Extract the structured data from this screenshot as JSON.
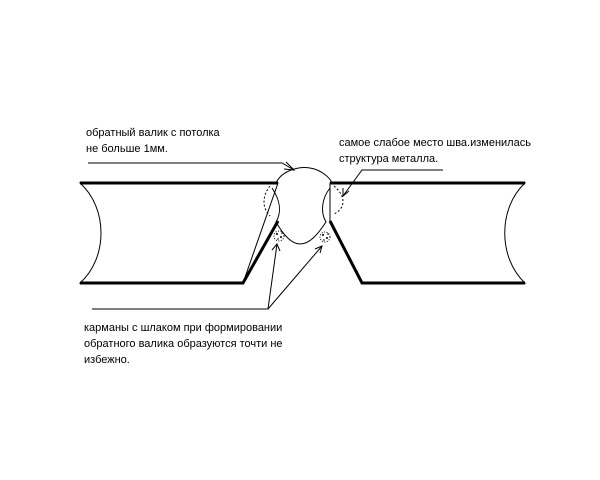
{
  "annotations": {
    "reverse_bead": {
      "lines": [
        "обратный валик с потолка",
        "не больше 1мм."
      ]
    },
    "weak_point": {
      "lines": [
        "самое слабое место шва.изменилась",
        "структура металла."
      ]
    },
    "slag_pockets": {
      "lines": [
        "карманы с шлаком при формировании",
        "обратного валика образуются точти не",
        "избежно."
      ]
    }
  },
  "colors": {
    "stroke": "#000000",
    "background": "#ffffff"
  }
}
